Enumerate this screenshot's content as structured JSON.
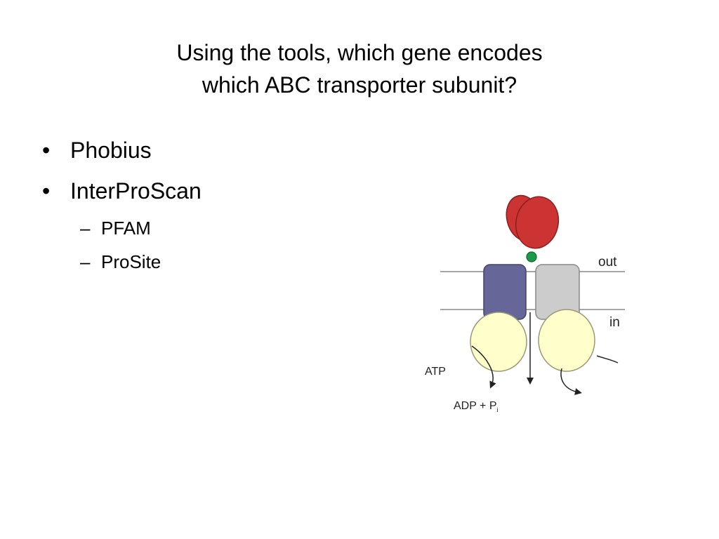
{
  "slide": {
    "title_lines": [
      "Using the tools, which gene encodes",
      "which ABC transporter subunit?"
    ],
    "bullets": [
      "Phobius",
      "InterProScan"
    ],
    "sub_bullets": [
      "PFAM",
      "ProSite"
    ],
    "bullet_symbol": "•",
    "sub_bullet_symbol": "–"
  },
  "diagram": {
    "label_out": "out",
    "label_in": "in",
    "label_atp": "ATP",
    "label_adp": "ADP + P",
    "label_adp_subscript": "i",
    "colors": {
      "binding_protein": "#cc3333",
      "substrate": "#1a9a4a",
      "tmd_left": "#666699",
      "tmd_right": "#cccccc",
      "nbd": "#ffffcc",
      "membrane": "#888888"
    }
  }
}
